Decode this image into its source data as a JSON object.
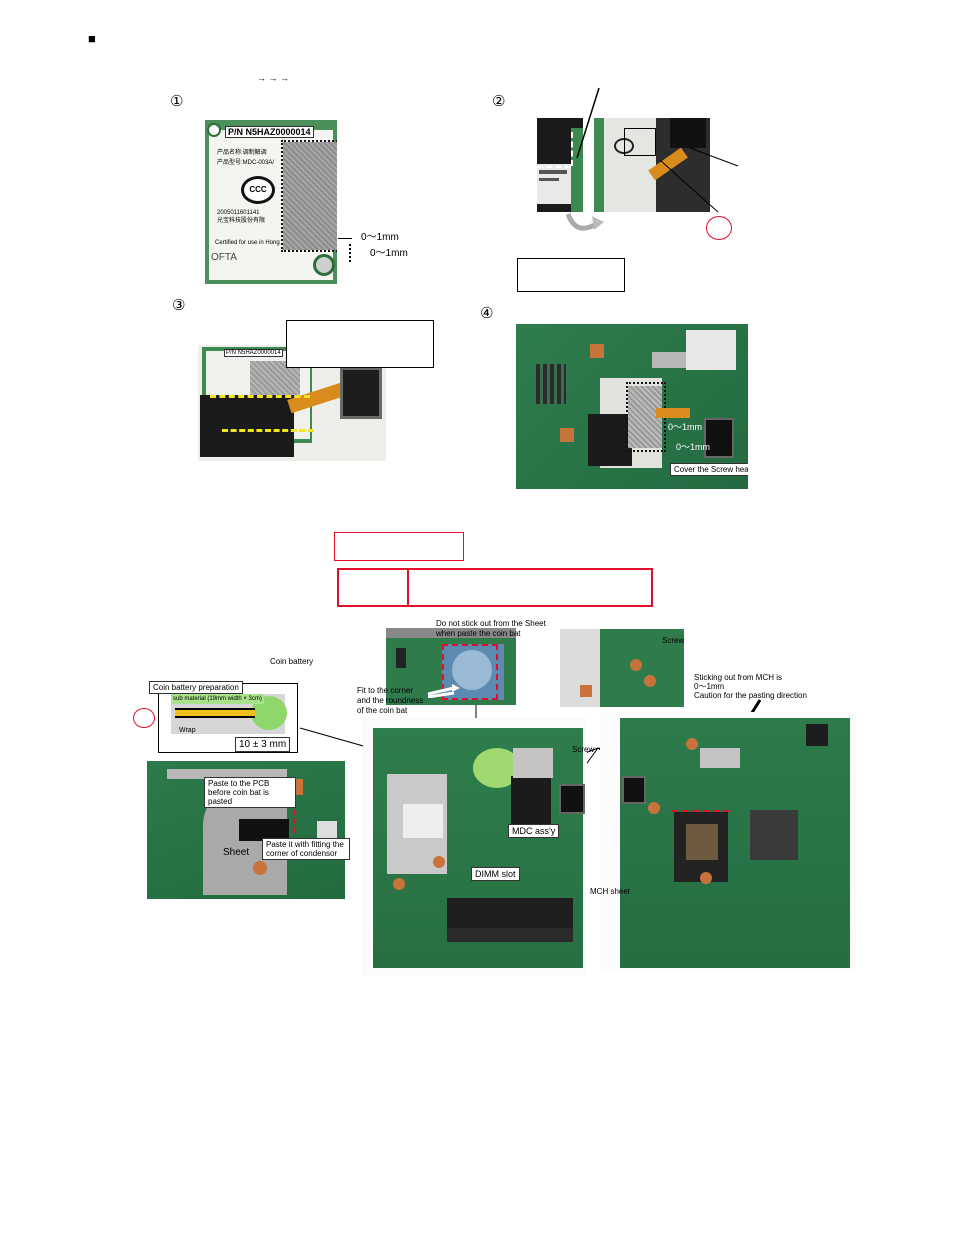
{
  "header": {
    "bullet": "■",
    "arrows": "→ → →"
  },
  "steps": {
    "s1": "①",
    "s2": "②",
    "s3": "③",
    "s4": "④"
  },
  "fig1": {
    "pn": "P/N N5HAZ0000014",
    "line1": "产品名称:调制解调",
    "line2": "产品型号:MDC-003A/",
    "line3": "2005011601141",
    "line4": "光宝科技股份有限",
    "certified": "Certified for use in Hong",
    "ofta": "OFTA",
    "dim1": "0～1mm",
    "dim2": "0～1mm"
  },
  "fig3": {
    "pn": "P/N N5HAZ0000014"
  },
  "fig4": {
    "dim1": "0～1mm",
    "dim2": "0～1mm",
    "cover": "Cover the Screw head"
  },
  "coin": {
    "coin_battery": "Coin battery",
    "prep": "Coin battery preparation",
    "sub": "sub material (19mm width × 3cm)",
    "wrap": "Wrap",
    "measure": "10 ± 3 mm",
    "paste_pcb": "Paste to the PCB before coin bat is pasted",
    "sheet": "Sheet",
    "paste_fit": "Paste it with fitting the corner of condensor"
  },
  "center": {
    "do_not": "Do not stick out from the Sheet when paste the coin bat",
    "fit": "Fit to the corner and the roundness of the coin bat",
    "screw": "Screw",
    "mdc": "MDC ass'y",
    "dimm": "DIMM slot"
  },
  "right": {
    "screw_top": "Screw",
    "sticking1": "Sticking out from MCH is",
    "sticking2": "0～1mm",
    "sticking3": "Caution for the pasting direction",
    "mch": "MCH sheet"
  }
}
